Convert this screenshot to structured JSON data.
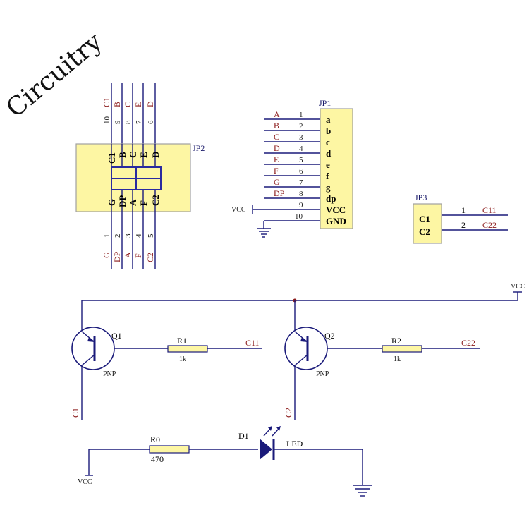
{
  "watermark": "Circuitry",
  "jp2": {
    "ref": "JP2",
    "top_pins": [
      {
        "num": "10",
        "net": "C1"
      },
      {
        "num": "9",
        "net": "B"
      },
      {
        "num": "8",
        "net": "C"
      },
      {
        "num": "7",
        "net": "E"
      },
      {
        "num": "6",
        "net": "D"
      }
    ],
    "bottom_pins": [
      {
        "num": "1",
        "net": "G"
      },
      {
        "num": "2",
        "net": "DP"
      },
      {
        "num": "3",
        "net": "A"
      },
      {
        "num": "4",
        "net": "F"
      },
      {
        "num": "5",
        "net": "C2"
      }
    ],
    "inner_top": [
      "C1",
      "B",
      "C",
      "E",
      "D"
    ],
    "inner_bottom": [
      "G",
      "DP",
      "A",
      "F",
      "C2"
    ]
  },
  "jp1": {
    "ref": "JP1",
    "vcc_label": "VCC",
    "pins": [
      {
        "net": "A",
        "num": "1",
        "name": "a"
      },
      {
        "net": "B",
        "num": "2",
        "name": "b"
      },
      {
        "net": "C",
        "num": "3",
        "name": "c"
      },
      {
        "net": "D",
        "num": "4",
        "name": "d"
      },
      {
        "net": "E",
        "num": "5",
        "name": "e"
      },
      {
        "net": "F",
        "num": "6",
        "name": "f"
      },
      {
        "net": "G",
        "num": "7",
        "name": "g"
      },
      {
        "net": "DP",
        "num": "8",
        "name": "dp"
      },
      {
        "net": "",
        "num": "9",
        "name": "VCC"
      },
      {
        "net": "",
        "num": "10",
        "name": "GND"
      }
    ]
  },
  "jp3": {
    "ref": "JP3",
    "pins": [
      {
        "name": "C1",
        "num": "1",
        "net": "C11"
      },
      {
        "name": "C2",
        "num": "2",
        "net": "C22"
      }
    ]
  },
  "transistors": {
    "vcc_label": "VCC",
    "q1": {
      "ref": "Q1",
      "type": "PNP",
      "r_ref": "R1",
      "r_val": "1k",
      "net_in": "C11",
      "net_out": "C1"
    },
    "q2": {
      "ref": "Q2",
      "type": "PNP",
      "r_ref": "R2",
      "r_val": "1k",
      "net_in": "C22",
      "net_out": "C2"
    }
  },
  "led_circuit": {
    "vcc_label": "VCC",
    "r_ref": "R0",
    "r_val": "470",
    "d_ref": "D1",
    "d_label": "LED"
  },
  "colors": {
    "wire": "#1a1a7a",
    "connector_body": "#fdf6a3",
    "net_label": "#8b1a1a"
  }
}
